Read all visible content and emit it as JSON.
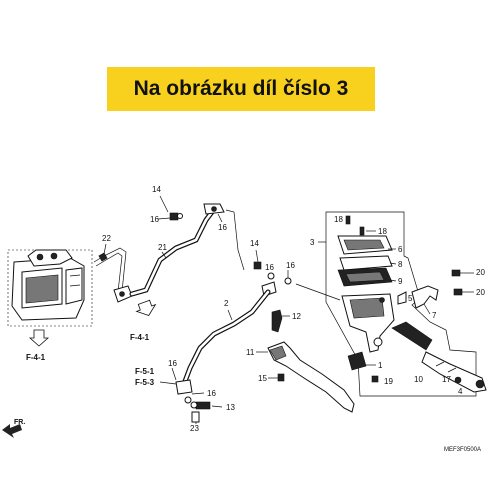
{
  "banner": {
    "text": "Na obrázku díl číslo 3",
    "background": "#f7d11e"
  },
  "diagram": {
    "code": "MEF3F0500A",
    "front_label": "FR.",
    "refs": {
      "f41a": "F-4-1",
      "f41b": "F-4-1",
      "f51": "F-5-1",
      "f53": "F-5-3"
    },
    "callouts": {
      "n14a": "14",
      "n16a": "16",
      "n16b": "16",
      "n22": "22",
      "n21": "21",
      "n14b": "14",
      "n16c": "16",
      "n16d": "16",
      "n2": "2",
      "n12": "12",
      "n11": "11",
      "n15": "15",
      "n16e": "16",
      "n16f": "16",
      "n13": "13",
      "n23": "23",
      "n3": "3",
      "n18a": "18",
      "n18b": "18",
      "n6": "6",
      "n8": "8",
      "n9": "9",
      "n5": "5",
      "n7": "7",
      "n20a": "20",
      "n20b": "20",
      "n1": "1",
      "n19": "19",
      "n10": "10",
      "n17": "17",
      "n4": "4"
    }
  }
}
